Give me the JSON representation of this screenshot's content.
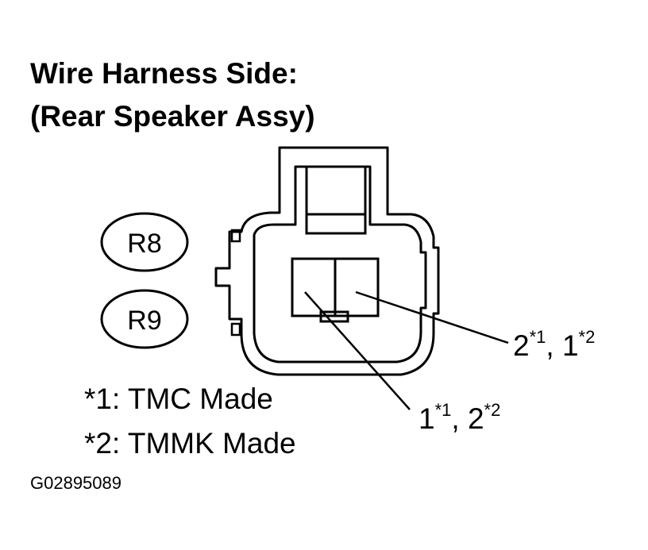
{
  "title_line1": "Wire Harness Side:",
  "title_line2": "(Rear Speaker Assy)",
  "connector_codes": [
    "R8",
    "R9"
  ],
  "pin_labels": {
    "upper_right": {
      "a_num": "2",
      "a_sup": "*1",
      "sep": ", ",
      "b_num": "1",
      "b_sup": "*2"
    },
    "lower": {
      "a_num": "1",
      "a_sup": "*1",
      "sep": ", ",
      "b_num": "2",
      "b_sup": "*2"
    }
  },
  "notes": [
    "*1: TMC Made",
    "*2: TMMK Made"
  ],
  "figure_code": "G02895089"
}
